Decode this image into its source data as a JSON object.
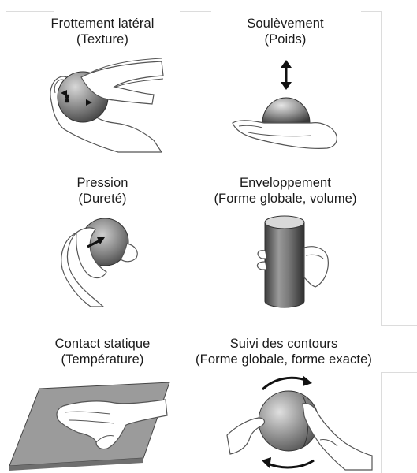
{
  "panels": [
    {
      "id": "lateral-motion",
      "title": "Frottement latéral",
      "subtitle": "(Texture)"
    },
    {
      "id": "unsupported-holding",
      "title": "Soulèvement",
      "subtitle": "(Poids)"
    },
    {
      "id": "pressure",
      "title": "Pression",
      "subtitle": "(Dureté)"
    },
    {
      "id": "enclosure",
      "title": "Enveloppement",
      "subtitle": "(Forme globale, volume)"
    },
    {
      "id": "static-contact",
      "title": "Contact statique",
      "subtitle": "(Température)"
    },
    {
      "id": "contour-following",
      "title": "Suivi des contours",
      "subtitle": "(Forme globale, forme exacte)"
    }
  ]
}
